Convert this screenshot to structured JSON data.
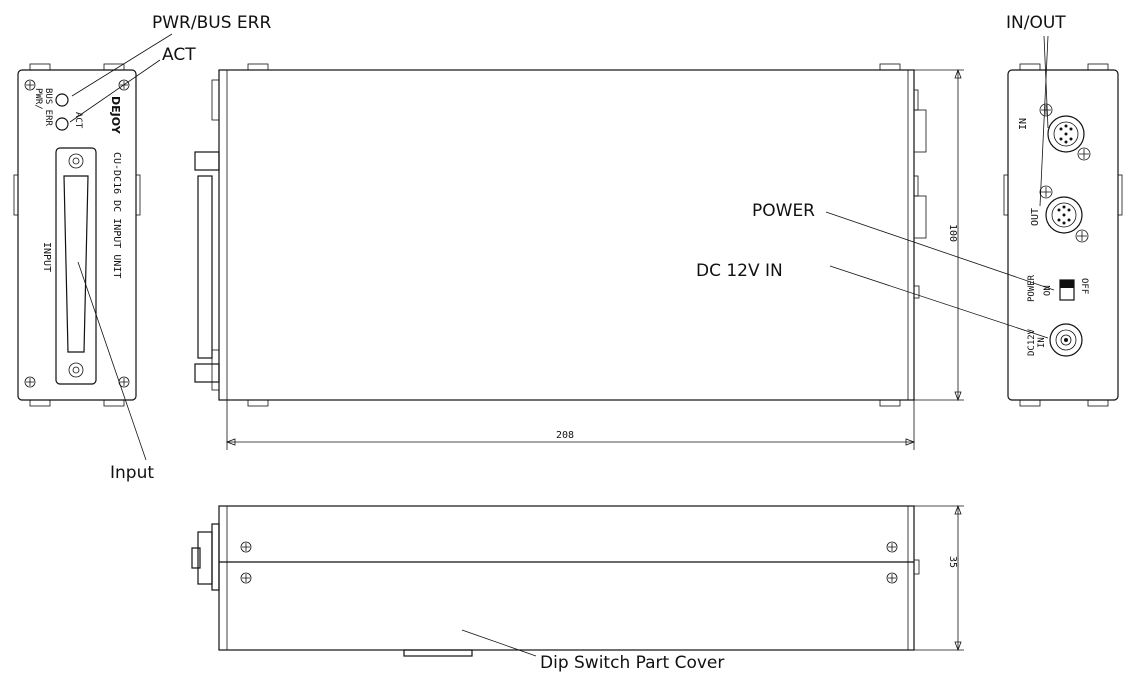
{
  "callouts": {
    "pwr_bus_err": "PWR/BUS ERR",
    "act": "ACT",
    "input": "Input",
    "in_out": "IN/OUT",
    "power": "POWER",
    "dc12v_in": "DC 12V IN",
    "dip_switch_cover": "Dip Switch Part Cover"
  },
  "front_panel": {
    "logo": "DEJOY",
    "led1_label_line1": "PWR/",
    "led1_label_line2": "BUS ERR",
    "led2_label": "ACT",
    "model_text": "CU-DC16 DC INPUT UNIT",
    "connector_label": "INPUT"
  },
  "rear_panel": {
    "in_label": "IN",
    "out_label": "OUT",
    "power_label": "POWER",
    "on_label": "ON",
    "off_label": "OFF",
    "dc_label_line1": "DC12V",
    "dc_label_line2": "IN"
  },
  "dimensions": {
    "width": "208",
    "height": "100",
    "depth": "35"
  }
}
